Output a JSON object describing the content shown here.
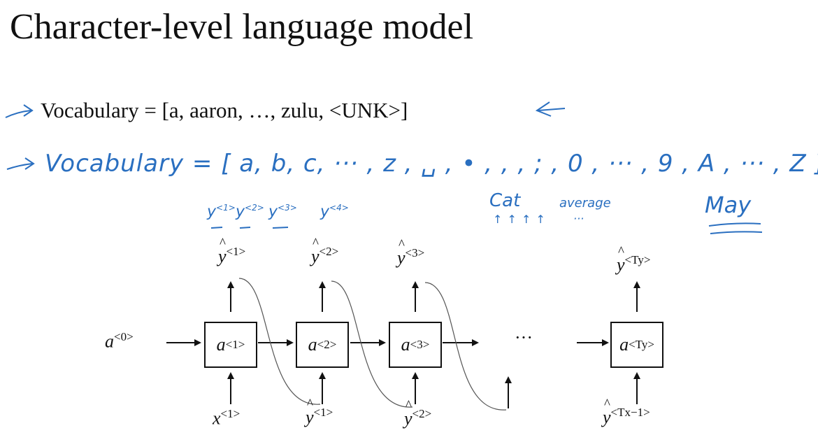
{
  "title": "Character-level language model",
  "vocab_line": "Vocabulary = [a, aaron, …, zulu, <UNK>]",
  "handwriting": {
    "vocab_line": "Vocabulary = [ a, b, c, ··· , z , ␣ , • , , , ; , 0 , ··· , 9 , A , ··· , Z ]",
    "cat": "Cat",
    "average": "average",
    "arrows": "↑ ↑ ↑ ↑",
    "dots": "···",
    "may": "May",
    "y_labels": [
      {
        "base": "y",
        "sup": "<1>"
      },
      {
        "base": "y",
        "sup": "<2>"
      },
      {
        "base": "y",
        "sup": "<3>"
      },
      {
        "base": "y",
        "sup": "<4>"
      }
    ]
  },
  "diagram": {
    "a0": {
      "base": "a",
      "sup": "<0>"
    },
    "ellipsis": "···",
    "cells": [
      {
        "base": "a",
        "sup": "<1>"
      },
      {
        "base": "a",
        "sup": "<2>"
      },
      {
        "base": "a",
        "sup": "<3>"
      },
      {
        "base": "a",
        "sup": "<Ty>"
      }
    ],
    "outputs": [
      {
        "base": "y",
        "sup": "<1>"
      },
      {
        "base": "y",
        "sup": "<2>"
      },
      {
        "base": "y",
        "sup": "<3>"
      },
      {
        "base": "y",
        "sup": "<Ty>"
      }
    ],
    "inputs": [
      {
        "base": "x",
        "sup": "<1>",
        "hat": false
      },
      {
        "base": "y",
        "sup": "<1>",
        "hat": true
      },
      {
        "base": "y",
        "sup": "<2>",
        "hat": true
      },
      {
        "base": "y",
        "sup": "<Tx−1>",
        "hat": true
      }
    ]
  }
}
